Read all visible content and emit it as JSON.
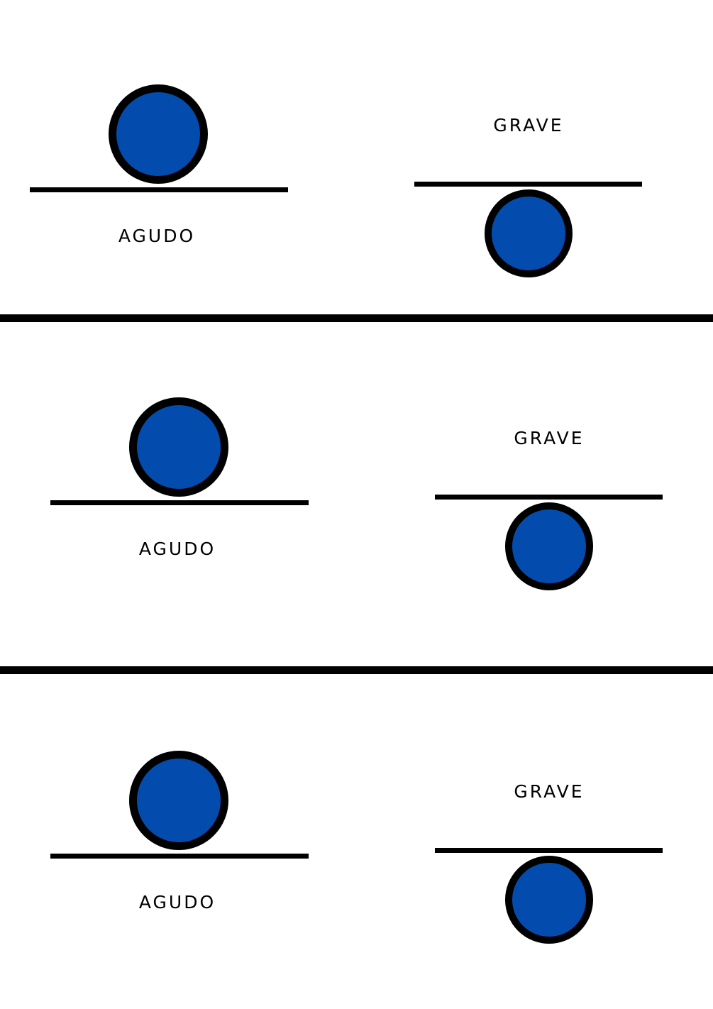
{
  "colors": {
    "ball_fill": "#034cad",
    "outline": "#000000",
    "background": "#ffffff"
  },
  "rows": [
    {
      "high_label": "AGUDO",
      "low_label": "GRAVE"
    },
    {
      "high_label": "AGUDO",
      "low_label": "GRAVE"
    },
    {
      "high_label": "AGUDO",
      "low_label": "GRAVE"
    }
  ]
}
